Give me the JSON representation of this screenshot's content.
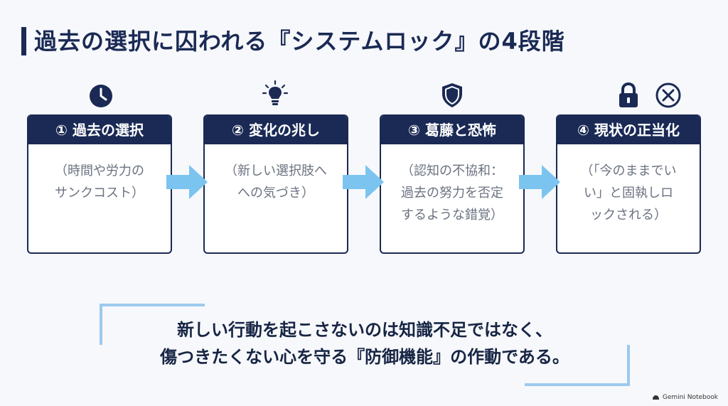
{
  "title": "過去の選択に囚われる『システムロック』の4段階",
  "stages": [
    {
      "icon": "clock-icon",
      "heading": "① 過去の選択",
      "body": [
        "（時間や労力の",
        "サンクコスト）"
      ]
    },
    {
      "icon": "lightbulb-icon",
      "heading": "② 変化の兆し",
      "body": [
        "（新しい選択肢へ",
        "への気づき）"
      ]
    },
    {
      "icon": "shield-icon",
      "heading": "③ 葛藤と恐怖",
      "body": [
        "（認知の不協和：",
        "過去の努力を否定",
        "するような錯覚）"
      ]
    },
    {
      "icon": "lock-x-icon",
      "heading": "④ 現状の正当化",
      "body": [
        "（「今のままでい",
        "い」と固執しロ",
        "ックされる）"
      ]
    }
  ],
  "quote": {
    "line1": "新しい行動を起こさないのは知識不足ではなく、",
    "line2": "傷つきたくない心を守る『防御機能』の作動である。"
  },
  "brand": "Gemini Notebook",
  "colors": {
    "navy": "#1a2a55",
    "arrow": "#7cc4f0",
    "frame": "#9cc9ee"
  }
}
